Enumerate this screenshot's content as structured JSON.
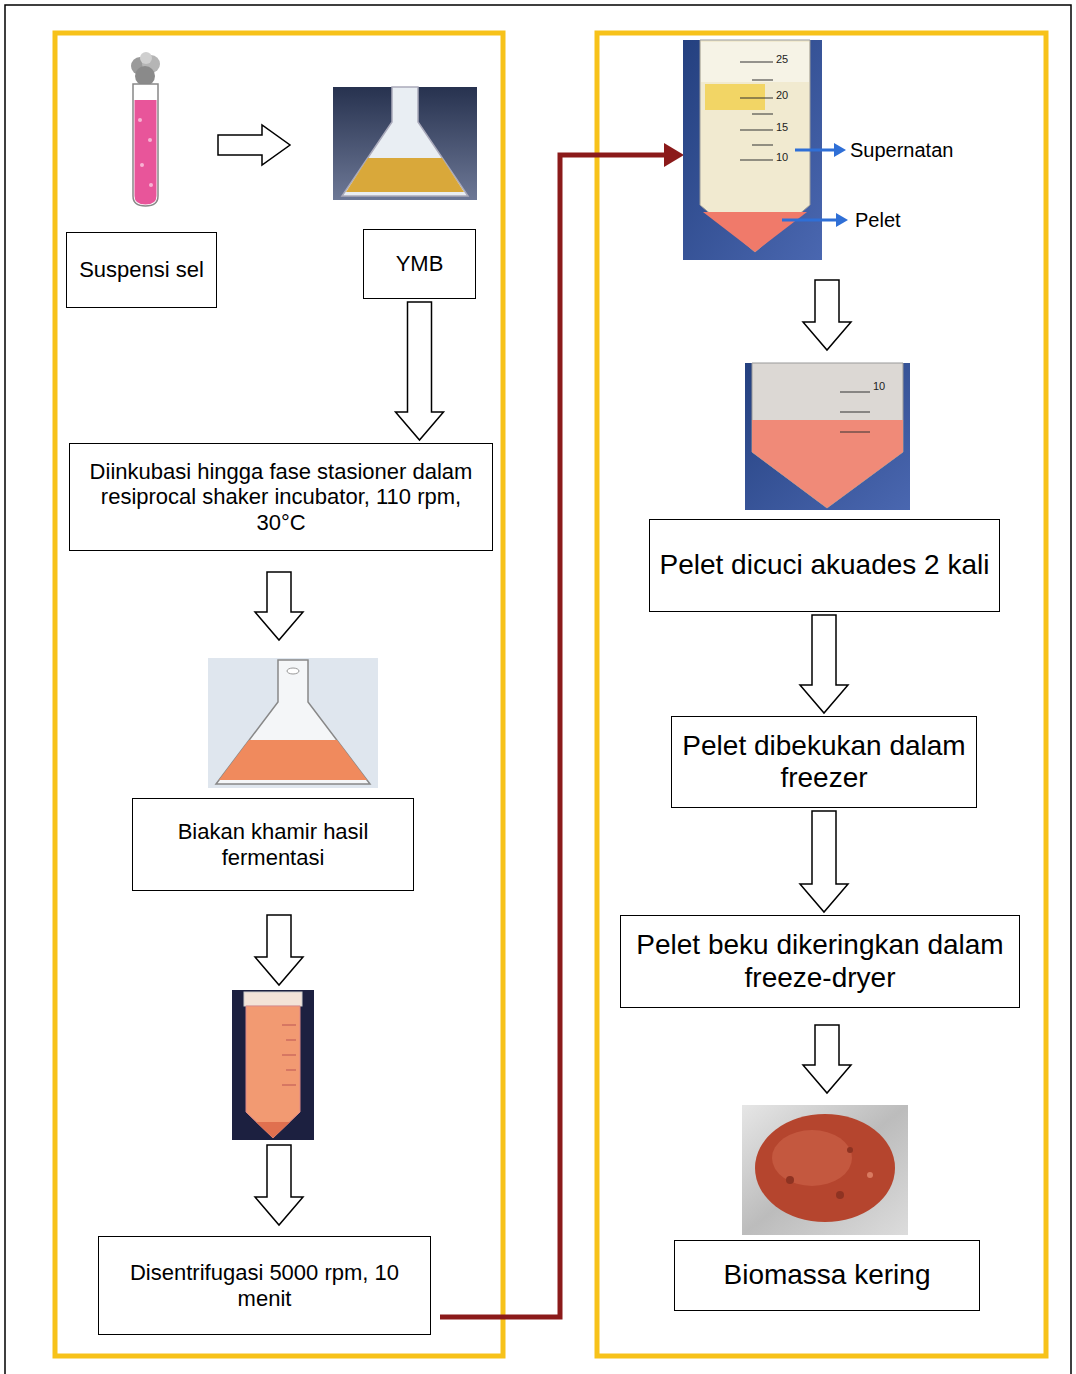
{
  "diagram": {
    "nodes": [
      {
        "text": [
          "Suspensi sel"
        ]
      },
      {
        "text": [
          "YMB"
        ]
      },
      {
        "text": [
          "Diinkubasi hingga fase stasioner dalam resiprocal shaker incubator, 110 rpm, 30°C"
        ]
      },
      {
        "text": [
          "Biakan khamir hasil fermentasi"
        ]
      },
      {
        "text": [
          "Disentrifugasi 5000 rpm, 10 menit"
        ]
      },
      {
        "text": [
          "Pelet dicuci akuades 2 kali"
        ]
      },
      {
        "text": [
          "Pelet dibekukan dalam freezer"
        ]
      },
      {
        "text": [
          "Pelet beku dikeringkan dalam freeze-dryer"
        ]
      },
      {
        "text": [
          "Biomassa kering"
        ]
      }
    ],
    "edges": [
      {
        "from": 1,
        "to": 2,
        "arrow": "to"
      },
      {
        "from": 5,
        "to": 6,
        "arrow": "to"
      },
      {
        "from": 6,
        "to": 7,
        "arrow": "to"
      }
    ],
    "labels": [
      "Supernatan",
      "Pelet",
      "25",
      "20",
      "15",
      "10",
      "10"
    ]
  }
}
